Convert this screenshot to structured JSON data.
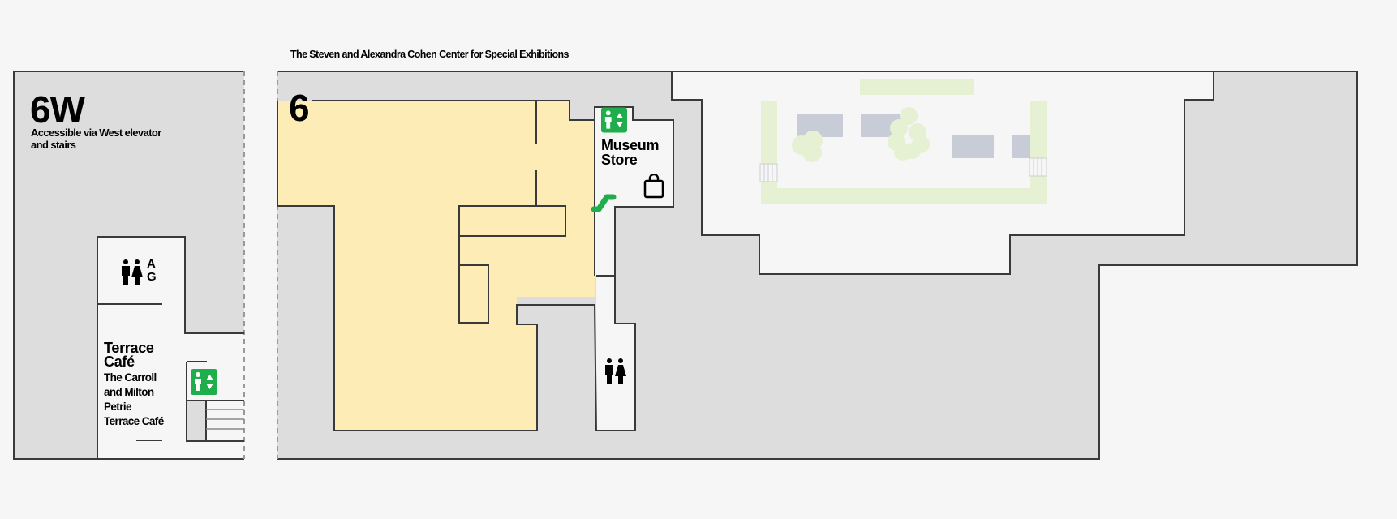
{
  "exhibition_header": "The Steven and Alexandra Cohen Center for Special Exhibitions",
  "west_wing": {
    "floor_label": "6W",
    "access_note_line1": "Accessible via West elevator",
    "access_note_line2": "and stairs",
    "restroom_letters": {
      "top": "A",
      "bottom": "G"
    },
    "cafe": {
      "title_line1": "Terrace",
      "title_line2": "Café",
      "sub_line1": "The Carroll",
      "sub_line2": "and Milton",
      "sub_line3": "Petrie",
      "sub_line4": "Terrace Café"
    }
  },
  "main_wing": {
    "floor_label": "6",
    "museum_store": {
      "line1": "Museum",
      "line2": "Store"
    }
  },
  "icons": {
    "elevator": "elevator-icon",
    "restroom": "restroom-icon",
    "shopping_bag": "shopping-bag-icon",
    "escalator": "escalator-icon",
    "tree": "tree-icon",
    "stairs": "stairs-icon"
  },
  "colors": {
    "background": "#f6f6f6",
    "inaccessible_area": "#dddddd",
    "exhibition_area": "#fdecb5",
    "wall": "#3a3a3a",
    "elevator_green": "#1fae4b",
    "courtyard_green": "#e6f1d3",
    "courtyard_block": "#c8ccd7"
  }
}
